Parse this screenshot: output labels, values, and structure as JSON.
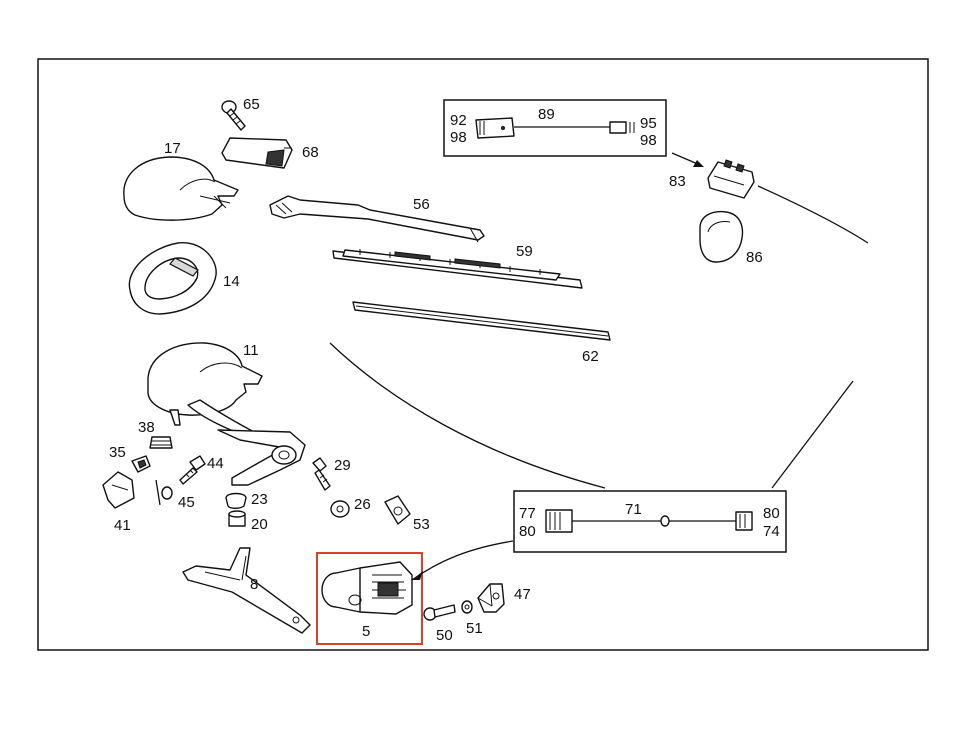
{
  "diagram": {
    "highlight_color": "#d9412b",
    "callouts": {
      "c65": "65",
      "c68": "68",
      "c17": "17",
      "c14": "14",
      "c56": "56",
      "c59": "59",
      "c62": "62",
      "c11": "11",
      "c38": "38",
      "c35": "35",
      "c44": "44",
      "c45": "45",
      "c41": "41",
      "c23": "23",
      "c20": "20",
      "c29": "29",
      "c26": "26",
      "c53": "53",
      "c8": "8",
      "c5": "5",
      "c50": "50",
      "c51": "51",
      "c47": "47",
      "c83": "83",
      "c86": "86"
    },
    "inset_top": {
      "left_a": "92",
      "left_b": "98",
      "center": "89",
      "right_a": "95",
      "right_b": "98"
    },
    "inset_bottom": {
      "left_a": "77",
      "left_b": "80",
      "center": "71",
      "right_a": "80",
      "right_b": "74"
    }
  }
}
